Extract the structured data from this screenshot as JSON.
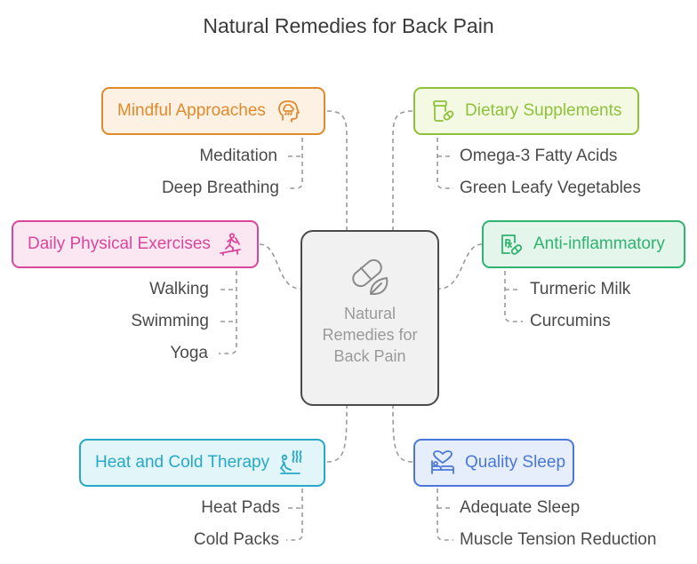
{
  "title": "Natural Remedies for Back Pain",
  "center": {
    "label": "Natural Remedies for Back Pain",
    "icon": "pill-leaf-icon"
  },
  "categories": {
    "mindful": {
      "label": "Mindful Approaches",
      "icon": "brain-head-icon",
      "color": "#e08a2c",
      "items": [
        "Meditation",
        "Deep Breathing"
      ]
    },
    "dietary": {
      "label": "Dietary Supplements",
      "icon": "supplement-jar-icon",
      "color": "#8fc23a",
      "items": [
        "Omega-3 Fatty Acids",
        "Green Leafy Vegetables"
      ]
    },
    "physical": {
      "label": "Daily Physical Exercises",
      "icon": "treadmill-runner-icon",
      "color": "#d9479a",
      "items": [
        "Walking",
        "Swimming",
        "Yoga"
      ]
    },
    "antiinflammatory": {
      "label": "Anti-inflammatory",
      "icon": "prescription-icon",
      "color": "#2fb36f",
      "items": [
        "Turmeric Milk",
        "Curcumins"
      ]
    },
    "heatcold": {
      "label": "Heat and Cold Therapy",
      "icon": "heat-therapy-icon",
      "color": "#26a9c8",
      "items": [
        "Heat Pads",
        "Cold Packs"
      ]
    },
    "sleep": {
      "label": "Quality Sleep",
      "icon": "bed-heart-icon",
      "color": "#4a78d8",
      "items": [
        "Adequate Sleep",
        "Muscle Tension Reduction"
      ]
    }
  }
}
